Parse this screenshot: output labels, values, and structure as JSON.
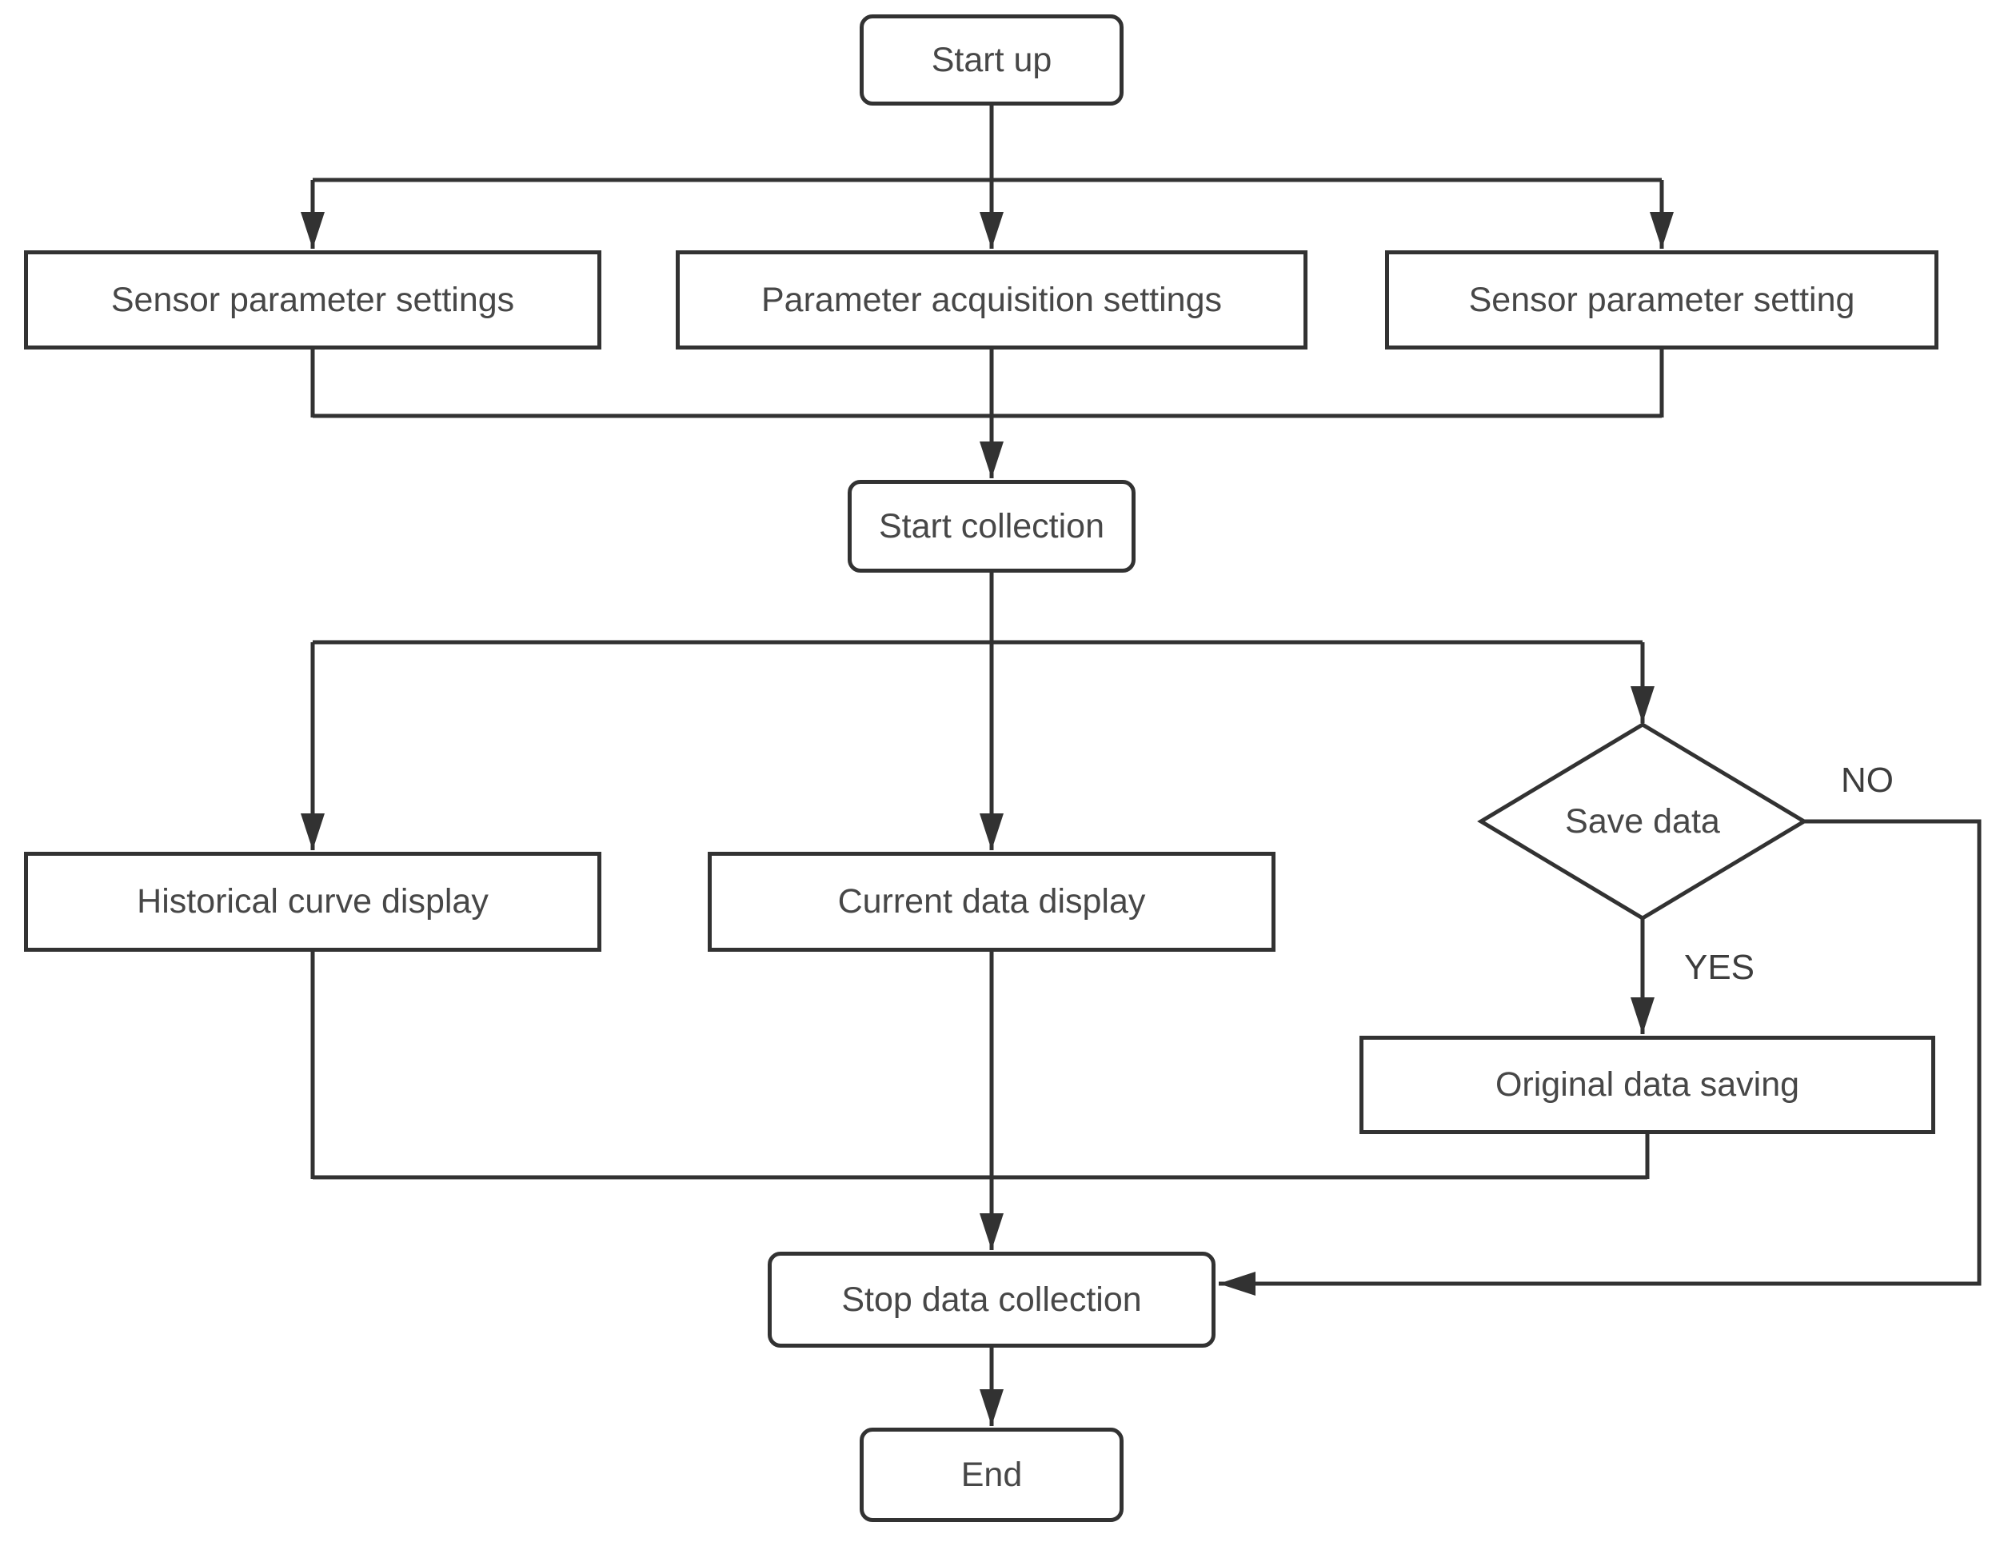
{
  "figure": {
    "type": "flowchart",
    "background": "#ffffff",
    "line_color": "#323232",
    "text_color": "#474747"
  },
  "nodes": {
    "start_up": {
      "label": "Start up",
      "shape": "rounded"
    },
    "sensor_parameter_settings": {
      "label": "Sensor parameter settings",
      "shape": "rect"
    },
    "parameter_acquisition_settings": {
      "label": "Parameter acquisition settings",
      "shape": "rect"
    },
    "sensor_parameter_setting": {
      "label": "Sensor parameter setting",
      "shape": "rect"
    },
    "start_collection": {
      "label": "Start collection",
      "shape": "rounded"
    },
    "historical_curve_display": {
      "label": "Historical curve display",
      "shape": "rect"
    },
    "current_data_display": {
      "label": "Current data display",
      "shape": "rect"
    },
    "save_data": {
      "label": "Save data",
      "shape": "diamond"
    },
    "original_data_saving": {
      "label": "Original data saving",
      "shape": "rect"
    },
    "stop_data_collection": {
      "label": "Stop data collection",
      "shape": "rounded"
    },
    "end": {
      "label": "End",
      "shape": "rounded"
    }
  },
  "edge_labels": {
    "no": "NO",
    "yes": "YES"
  },
  "edges": [
    {
      "from": "start_up",
      "to": "sensor_parameter_settings"
    },
    {
      "from": "start_up",
      "to": "parameter_acquisition_settings"
    },
    {
      "from": "start_up",
      "to": "sensor_parameter_setting"
    },
    {
      "from": "sensor_parameter_settings",
      "to": "start_collection"
    },
    {
      "from": "parameter_acquisition_settings",
      "to": "start_collection"
    },
    {
      "from": "sensor_parameter_setting",
      "to": "start_collection"
    },
    {
      "from": "start_collection",
      "to": "historical_curve_display"
    },
    {
      "from": "start_collection",
      "to": "current_data_display"
    },
    {
      "from": "start_collection",
      "to": "save_data"
    },
    {
      "from": "save_data",
      "to": "original_data_saving",
      "label": "YES"
    },
    {
      "from": "save_data",
      "to": "stop_data_collection",
      "label": "NO"
    },
    {
      "from": "historical_curve_display",
      "to": "stop_data_collection"
    },
    {
      "from": "current_data_display",
      "to": "stop_data_collection"
    },
    {
      "from": "original_data_saving",
      "to": "stop_data_collection"
    },
    {
      "from": "stop_data_collection",
      "to": "end"
    }
  ]
}
